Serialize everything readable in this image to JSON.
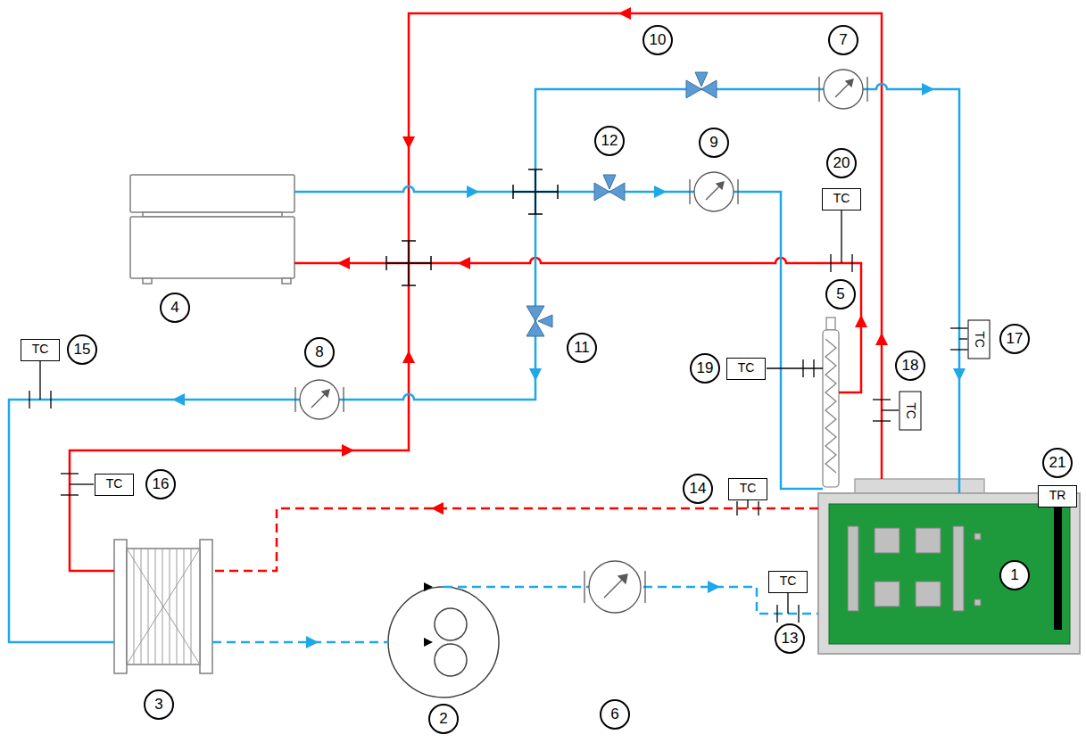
{
  "diagram": {
    "nodes": [
      {
        "text": [
          "10"
        ]
      },
      {
        "text": [
          "7"
        ]
      },
      {
        "text": [
          "12"
        ]
      },
      {
        "text": [
          "9"
        ]
      },
      {
        "text": [
          "20"
        ]
      },
      {
        "text": [
          "TC"
        ]
      },
      {
        "text": [
          "4"
        ]
      },
      {
        "text": [
          "5"
        ]
      },
      {
        "text": [
          "TC"
        ]
      },
      {
        "text": [
          "15"
        ]
      },
      {
        "text": [
          "8"
        ]
      },
      {
        "text": [
          "11"
        ]
      },
      {
        "text": [
          "TC"
        ]
      },
      {
        "text": [
          "17"
        ]
      },
      {
        "text": [
          "19"
        ]
      },
      {
        "text": [
          "TC"
        ]
      },
      {
        "text": [
          "18"
        ]
      },
      {
        "text": [
          "TC"
        ]
      },
      {
        "text": [
          "16"
        ]
      },
      {
        "text": [
          "TC"
        ]
      },
      {
        "text": [
          "TC"
        ]
      },
      {
        "text": [
          "14"
        ]
      },
      {
        "text": [
          "21"
        ]
      },
      {
        "text": [
          "TR"
        ]
      },
      {
        "text": [
          "1"
        ]
      },
      {
        "text": [
          "TC"
        ]
      },
      {
        "text": [
          "13"
        ]
      },
      {
        "text": [
          "3"
        ]
      },
      {
        "text": [
          "2"
        ]
      },
      {
        "text": [
          "6"
        ]
      }
    ]
  }
}
